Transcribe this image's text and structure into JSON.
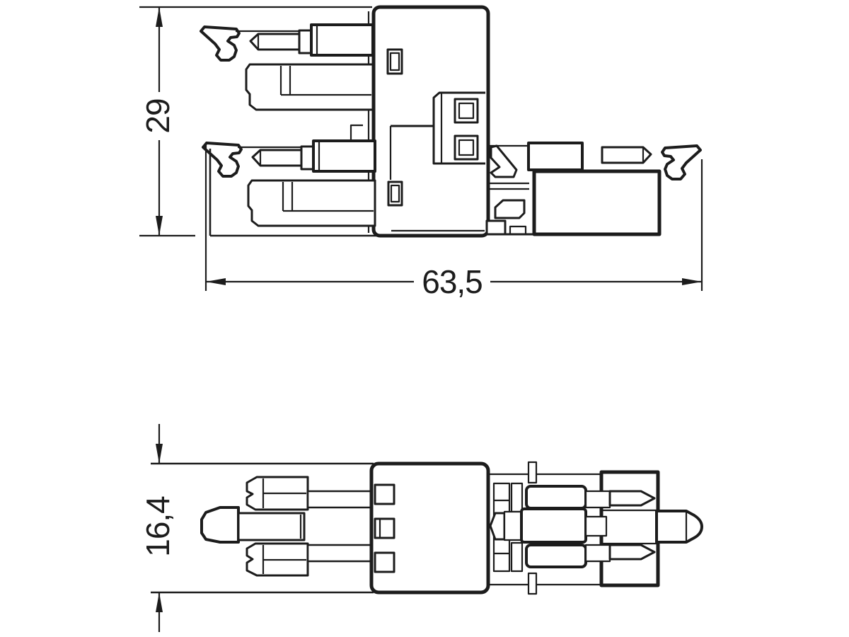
{
  "drawing": {
    "background": "#ffffff",
    "line_color": "#1c1c1c",
    "type": "technical-dimension-drawing",
    "views": {
      "front": {
        "dimensions": {
          "height": {
            "label": "29"
          },
          "width": {
            "label": "63,5"
          }
        }
      },
      "bottom": {
        "dimensions": {
          "height": {
            "label": "16,4"
          }
        }
      }
    }
  }
}
